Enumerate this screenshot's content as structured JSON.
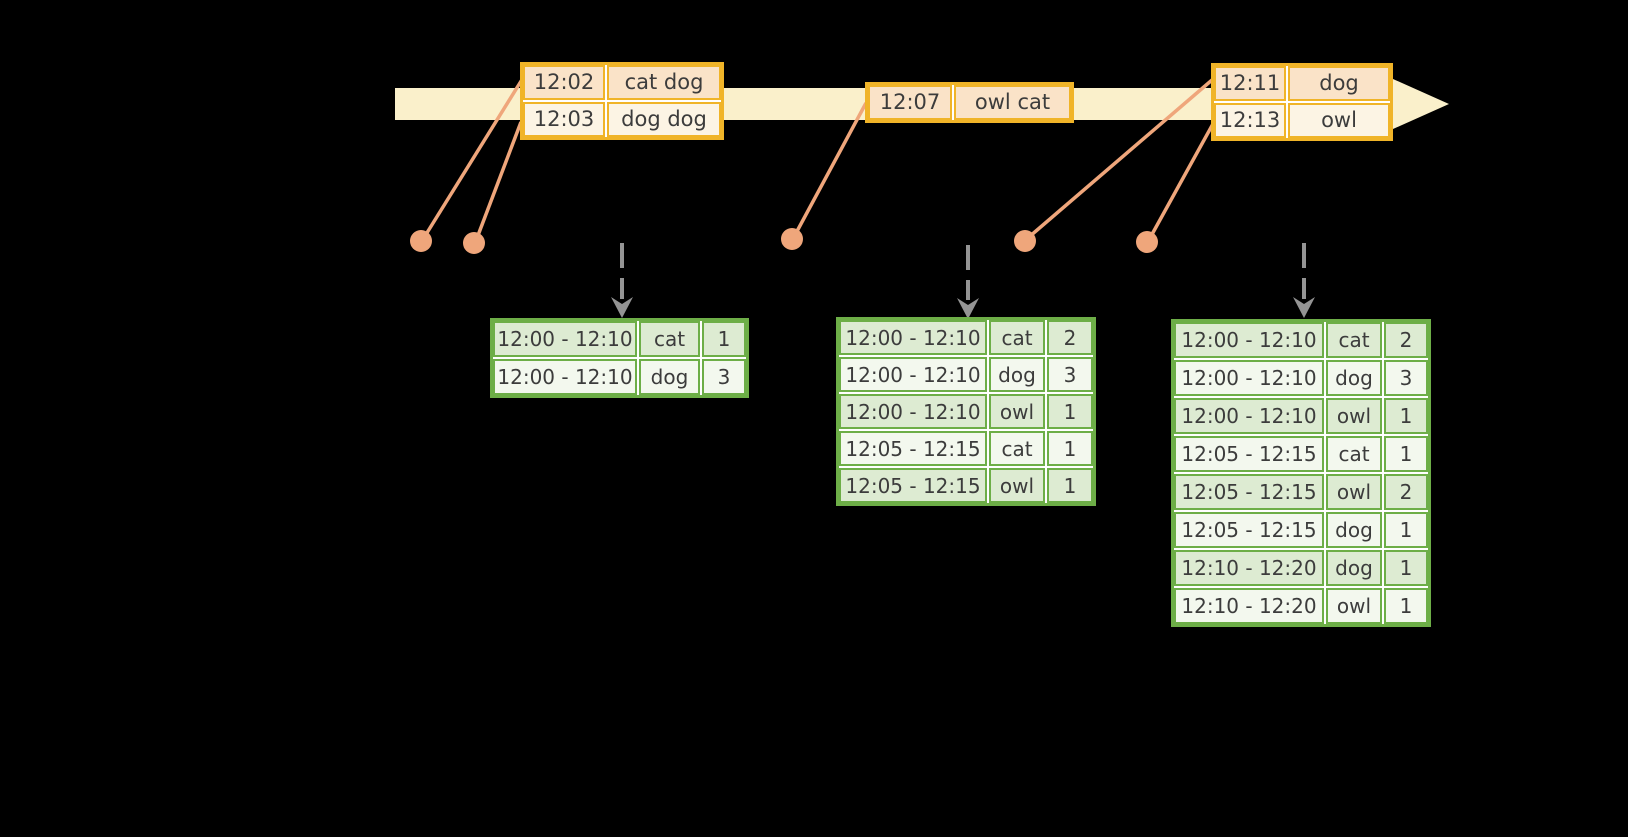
{
  "diagram": {
    "description": "event-time windowed word-count timeline",
    "colors": {
      "background": "#000000",
      "timeline_fill": "#FAF0CB",
      "event_table_border": "#F0B428",
      "event_row_peach": "#FAE3C8",
      "event_row_cream": "#FCF4E4",
      "connector_salmon": "#EFA67B",
      "trigger_arrow_gray": "#949494",
      "result_table_border": "#6DAE47",
      "result_row_green": "#DDEBD2",
      "result_row_white": "#F3F8EE",
      "text": "#3C3C3C"
    }
  },
  "input_tables": [
    {
      "rows": [
        {
          "time": "12:02",
          "words": "cat dog"
        },
        {
          "time": "12:03",
          "words": "dog dog"
        }
      ]
    },
    {
      "rows": [
        {
          "time": "12:07",
          "words": "owl cat"
        }
      ]
    },
    {
      "rows": [
        {
          "time": "12:11",
          "words": "dog"
        },
        {
          "time": "12:13",
          "words": "owl"
        }
      ]
    }
  ],
  "result_tables": [
    {
      "rows": [
        {
          "window": "12:00 - 12:10",
          "word": "cat",
          "count": "1"
        },
        {
          "window": "12:00 - 12:10",
          "word": "dog",
          "count": "3"
        }
      ]
    },
    {
      "rows": [
        {
          "window": "12:00 - 12:10",
          "word": "cat",
          "count": "2"
        },
        {
          "window": "12:00 - 12:10",
          "word": "dog",
          "count": "3"
        },
        {
          "window": "12:00 - 12:10",
          "word": "owl",
          "count": "1"
        },
        {
          "window": "12:05 - 12:15",
          "word": "cat",
          "count": "1"
        },
        {
          "window": "12:05 - 12:15",
          "word": "owl",
          "count": "1"
        }
      ]
    },
    {
      "rows": [
        {
          "window": "12:00 - 12:10",
          "word": "cat",
          "count": "2"
        },
        {
          "window": "12:00 - 12:10",
          "word": "dog",
          "count": "3"
        },
        {
          "window": "12:00 - 12:10",
          "word": "owl",
          "count": "1"
        },
        {
          "window": "12:05 - 12:15",
          "word": "cat",
          "count": "1"
        },
        {
          "window": "12:05 - 12:15",
          "word": "owl",
          "count": "2"
        },
        {
          "window": "12:05 - 12:15",
          "word": "dog",
          "count": "1"
        },
        {
          "window": "12:10 - 12:20",
          "word": "dog",
          "count": "1"
        },
        {
          "window": "12:10 - 12:20",
          "word": "owl",
          "count": "1"
        }
      ]
    }
  ]
}
